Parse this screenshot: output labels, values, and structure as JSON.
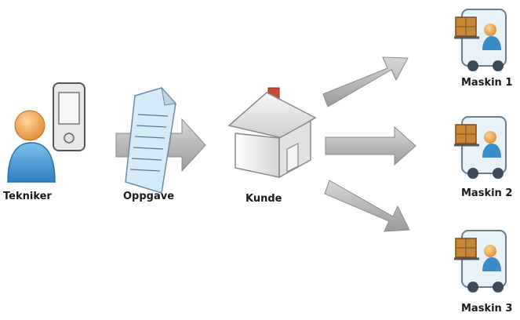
{
  "nodes": {
    "technician": {
      "label": "Tekniker",
      "icon": "technician-with-handheld-icon"
    },
    "task": {
      "label": "Oppgave",
      "icon": "document-icon"
    },
    "customer": {
      "label": "Kunde",
      "icon": "house-icon"
    },
    "machines": [
      {
        "label": "Maskin 1",
        "icon": "forklift-icon"
      },
      {
        "label": "Maskin 2",
        "icon": "forklift-icon"
      },
      {
        "label": "Maskin 3",
        "icon": "forklift-icon"
      }
    ]
  },
  "colors": {
    "arrow_fill": "#b9b9b9",
    "arrow_stroke": "#8a8a8a",
    "person_blue": "#4a9fd8",
    "skin": "#f0a050",
    "document": "#d6ebf8",
    "house_wall": "#f2f2f2",
    "roof": "#c94a3a",
    "box": "#c8883a",
    "forklift_frame": "#6c7c8a"
  }
}
